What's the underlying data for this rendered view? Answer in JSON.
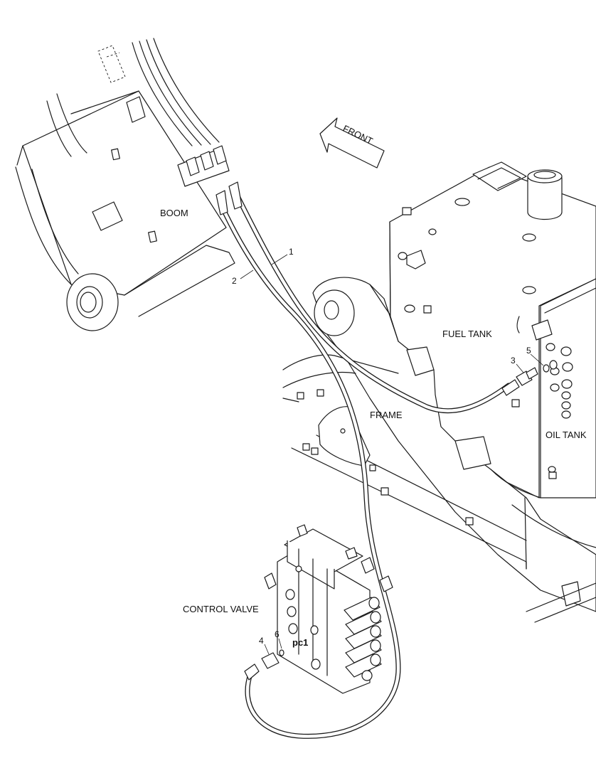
{
  "labels": {
    "front": "FRONT",
    "boom": "BOOM",
    "fuel_tank": "FUEL TANK",
    "frame": "FRAME",
    "oil_tank": "OIL TANK",
    "control_valve": "CONTROL VALVE",
    "port": "pc1"
  },
  "callouts": [
    "1",
    "2",
    "3",
    "4",
    "5",
    "6"
  ]
}
